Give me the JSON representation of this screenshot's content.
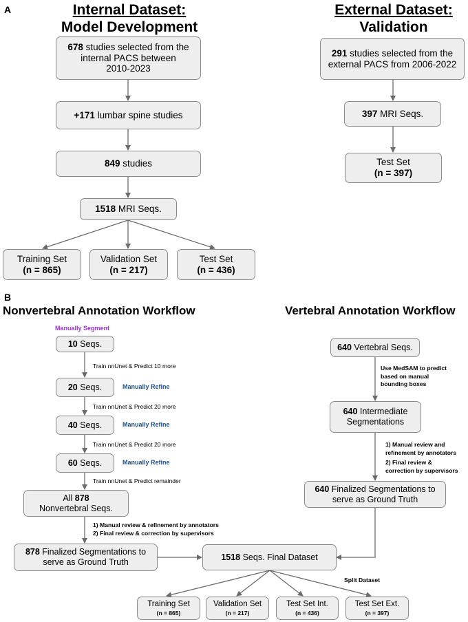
{
  "panel_a": {
    "letter": "A",
    "internal_title_1": "Internal Dataset:",
    "internal_title_2": "Model Development",
    "external_title_1": "External Dataset:",
    "external_title_2": "Validation",
    "internal": {
      "b1_num": "678",
      "b1_rest": " studies selected from the",
      "b1_l2": "internal PACS between",
      "b1_l3": "2010-2023",
      "b2_num": "+171",
      "b2_rest": " lumbar spine studies",
      "b3_num": "849",
      "b3_rest": " studies",
      "b4_num": "1518",
      "b4_rest": " MRI Seqs.",
      "train_label": "Training Set",
      "train_n": "(n = 865)",
      "val_label": "Validation Set",
      "val_n": "(n = 217)",
      "test_label": "Test Set",
      "test_n": "(n = 436)"
    },
    "external": {
      "b1_num": "291",
      "b1_rest": " studies selected from the",
      "b1_l2": "external PACS from 2006-2022",
      "b2_num": "397",
      "b2_rest": " MRI Seqs.",
      "test_label": "Test Set",
      "test_n": "(n = 397)"
    }
  },
  "panel_b": {
    "letter": "B",
    "nonvert_title": "Nonvertebral Annotation Workflow",
    "vert_title": "Vertebral Annotation Workflow",
    "nonvert": {
      "manually_segment": "Manually Segment",
      "s10_num": "10",
      "s10_rest": " Seqs.",
      "s20_num": "20",
      "s20_rest": " Seqs.",
      "s40_num": "40",
      "s40_rest": " Seqs.",
      "s60_num": "60",
      "s60_rest": " Seqs.",
      "refine_1": "Manually Refine",
      "refine_2": "Manually Refine",
      "refine_3": "Manually Refine",
      "step_1": "Train nnUnet & Predict 10 more",
      "step_2": "Train nnUnet & Predict 20 more",
      "step_3": "Train nnUnet & Predict 20 more",
      "step_4": "Train nnUnet & Predict remainder",
      "all_pre": "All ",
      "all_num": "878",
      "all_l2": "Nonvertebral Seqs.",
      "review_1": "1) Manual review & refinement by annotators",
      "review_2": "2) Final review & correction by supervisors",
      "final_num": "878",
      "final_rest": " Finalized Segmentations to",
      "final_l2": "serve as Ground Truth"
    },
    "vert": {
      "v1_num": "640",
      "v1_rest": " Vertebral Seqs.",
      "medsam_1": "Use MedSAM to predict",
      "medsam_2": "based on manual",
      "medsam_3": "bounding boxes",
      "v2_num": "640",
      "v2_rest": " Intermediate",
      "v2_l2": "Segmentations",
      "rev_1a": "1) Manual review and",
      "rev_1b": "refinement by annotators",
      "rev_2a": "2) Final review &",
      "rev_2b": "correction by supervisors",
      "v3_num": "640",
      "v3_rest": " Finalized Segmentations to",
      "v3_l2": "serve as Ground Truth"
    },
    "final": {
      "num": "1518",
      "rest": " Seqs. Final Dataset",
      "split_label": "Split Dataset",
      "train_label": "Training Set",
      "train_n": "(n = 865)",
      "val_label": "Validation Set",
      "val_n": "(n = 217)",
      "test_int_label": "Test Set Int.",
      "test_int_n": "(n = 436)",
      "test_ext_label": "Test Set Ext.",
      "test_ext_n": "(n = 397)"
    }
  }
}
